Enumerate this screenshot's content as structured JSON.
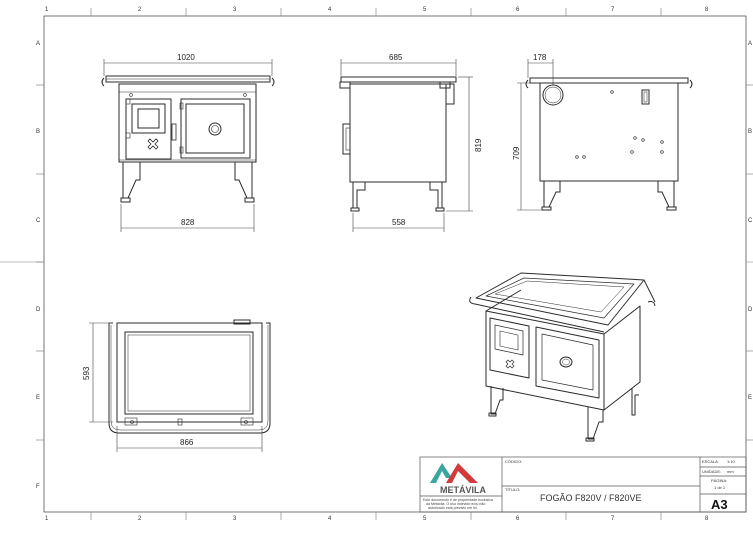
{
  "drawing": {
    "title_label": "TÍTULO:",
    "title": "FOGÃO F820V / F820VE",
    "code_label": "CÓDIGO:",
    "scale_label": "ESCALA:",
    "scale_value": "1:10",
    "unit_label": "UNIDADE:",
    "unit_value": "mm",
    "page_label": "PÁGINA:",
    "page_value": "1 de 1",
    "sheet_size": "A3",
    "company": "METÁVILA",
    "notice": [
      "Este documento é de propriedade exclusiva",
      "da Metávila. O uso indevido e/ou não",
      "autorizado está previsto em lei."
    ]
  },
  "zones": {
    "columns": [
      "1",
      "2",
      "3",
      "4",
      "5",
      "6",
      "7",
      "8"
    ],
    "rows": [
      "A",
      "B",
      "C",
      "D",
      "E",
      "F"
    ]
  },
  "dimensions": {
    "front_width_top": "1020",
    "front_width_bottom": "828",
    "side_width_top": "685",
    "side_height": "819",
    "side_width_bottom": "558",
    "rear_offset": "178",
    "rear_height": "709",
    "top_depth": "593",
    "top_width": "866"
  },
  "colors": {
    "line": "#2b2b2b",
    "logo_red": "#d33a3a",
    "logo_teal": "#3aa6a0"
  }
}
